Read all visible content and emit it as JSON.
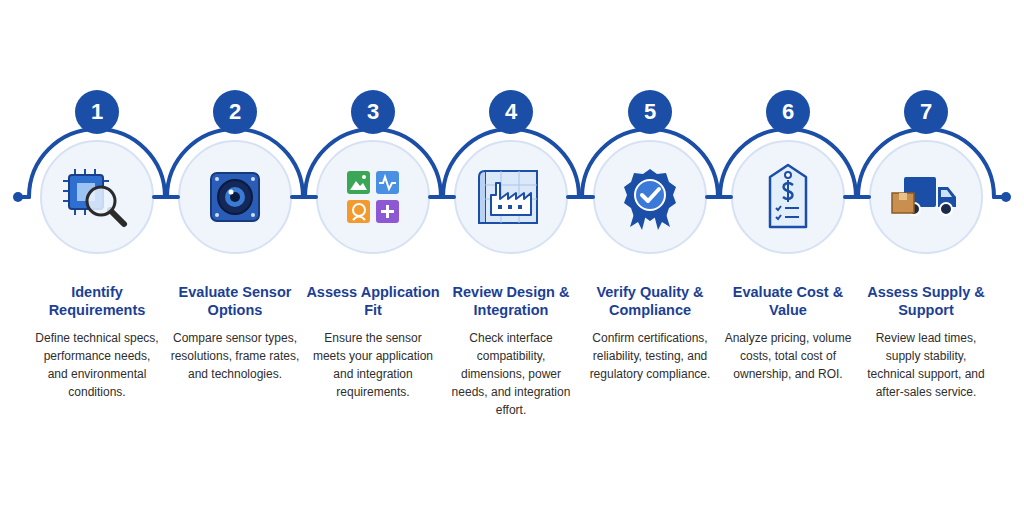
{
  "diagram": {
    "nodes": [
      {
        "text": [
          "1"
        ]
      },
      {
        "text": [
          "Identify Requirements",
          "Define technical specs, performance needs, and environmental conditions."
        ]
      },
      {
        "text": [
          "2"
        ]
      },
      {
        "text": [
          "Evaluate Sensor Options",
          "Compare sensor types, resolutions, frame rates, and technologies."
        ]
      },
      {
        "text": [
          "3"
        ]
      },
      {
        "text": [
          "Assess Application Fit",
          "Ensure the sensor meets your application and integration requirements."
        ]
      },
      {
        "text": [
          "4"
        ]
      },
      {
        "text": [
          "Review Design & Integration",
          "Check interface compatibility, dimensions, power needs, and integration effort."
        ]
      },
      {
        "text": [
          "5"
        ]
      },
      {
        "text": [
          "Verify Quality & Compliance",
          "Confirm certifications, reliability, testing, and regulatory compliance."
        ]
      },
      {
        "text": [
          "6"
        ]
      },
      {
        "text": [
          "Evaluate Cost & Value",
          "Analyze pricing, volume costs, total cost of ownership, and ROI."
        ]
      },
      {
        "text": [
          "7"
        ]
      },
      {
        "text": [
          "Assess Supply & Support",
          "Review lead times, supply stability, technical support, and after-sales service."
        ]
      }
    ],
    "edges": [
      {
        "from": 1,
        "to": 3,
        "arrow": "none"
      },
      {
        "from": 3,
        "to": 5,
        "arrow": "none"
      },
      {
        "from": 5,
        "to": 7,
        "arrow": "none"
      },
      {
        "from": 7,
        "to": 9,
        "arrow": "none"
      },
      {
        "from": 9,
        "to": 11,
        "arrow": "none"
      },
      {
        "from": 11,
        "to": 13,
        "arrow": "none"
      }
    ]
  }
}
